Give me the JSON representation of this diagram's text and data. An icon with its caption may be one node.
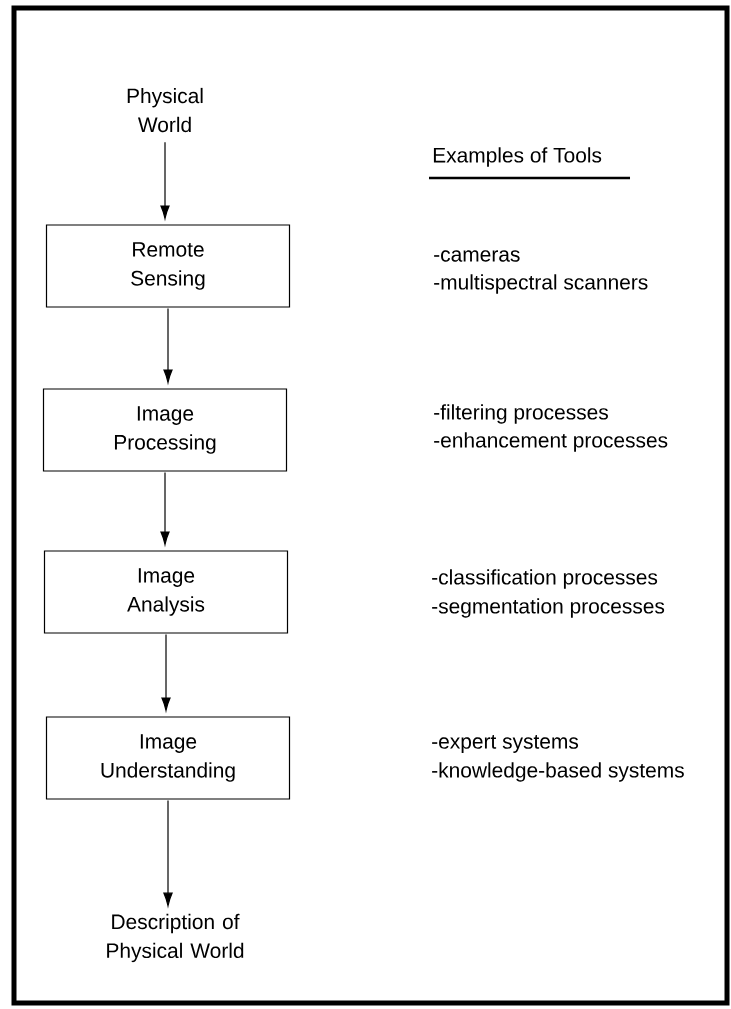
{
  "diagram": {
    "nodes": [
      {
        "text": [
          "Physical World"
        ]
      },
      {
        "text": [
          "Remote Sensing"
        ]
      },
      {
        "text": [
          "Image Processing"
        ]
      },
      {
        "text": [
          "Image Analysis"
        ]
      },
      {
        "text": [
          "Image Understanding"
        ]
      },
      {
        "text": [
          "Description of Physical World"
        ]
      }
    ],
    "edges": [
      {
        "from": 0,
        "to": 1,
        "arrow": "to"
      },
      {
        "from": 1,
        "to": 2,
        "arrow": "to"
      },
      {
        "from": 2,
        "to": 3,
        "arrow": "to"
      },
      {
        "from": 3,
        "to": 4,
        "arrow": "to"
      },
      {
        "from": 4,
        "to": 5,
        "arrow": "to"
      }
    ],
    "labels": [
      "Examples of Tools",
      "-cameras",
      "-multispectral scanners",
      "-filtering processes",
      "-enhancement processes",
      "-classification processes",
      "-segmentation processes",
      "-expert systems",
      "-knowledge-based systems"
    ]
  }
}
